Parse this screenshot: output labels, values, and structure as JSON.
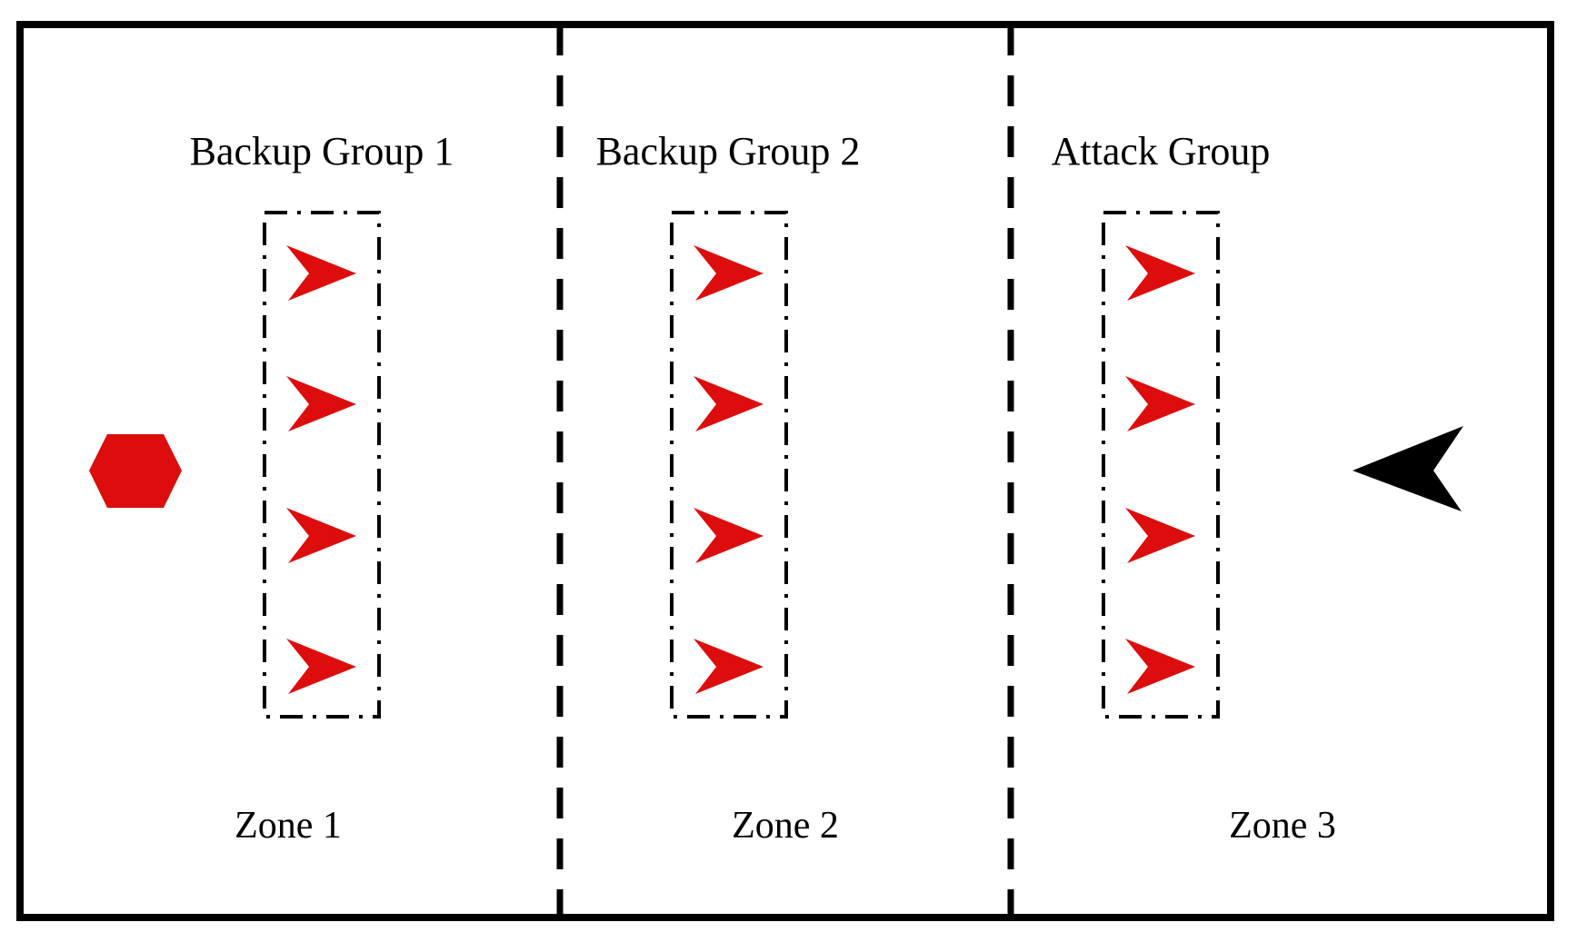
{
  "diagram": {
    "zones": [
      {
        "zone_label": "Zone 1",
        "group_label": "Backup Group 1",
        "unit_count": 4,
        "unit_icon": "red-dart-arrow-right"
      },
      {
        "zone_label": "Zone 2",
        "group_label": "Backup Group 2",
        "unit_count": 4,
        "unit_icon": "red-dart-arrow-right"
      },
      {
        "zone_label": "Zone 3",
        "group_label": "Attack Group",
        "unit_count": 4,
        "unit_icon": "red-dart-arrow-right"
      }
    ],
    "markers": {
      "left_marker_icon": "red-hexagon",
      "right_marker_icon": "black-dart-arrow-left"
    },
    "colors": {
      "unit_red": "#dd0d0d",
      "enemy_black": "#000000",
      "line_black": "#000000",
      "background": "#ffffff"
    }
  }
}
